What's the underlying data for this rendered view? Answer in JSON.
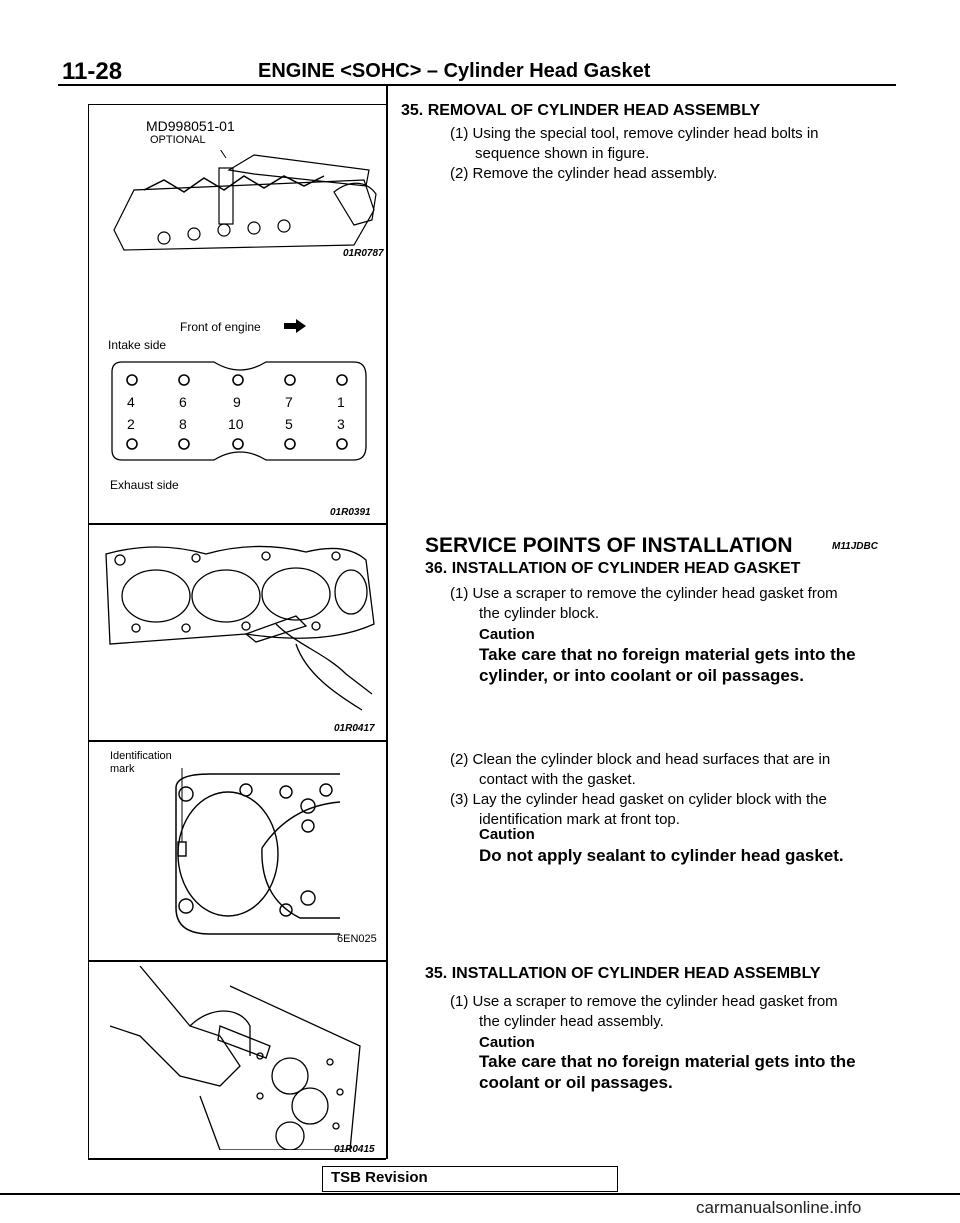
{
  "header": {
    "page_number": "11-28",
    "title": "ENGINE <SOHC> – Cylinder Head Gasket"
  },
  "figures": {
    "fig1": {
      "tool_label": "MD998051-01",
      "optional": "OPTIONAL",
      "code": "01R0787",
      "front_label": "Front of engine",
      "intake_label": "Intake side",
      "exhaust_label": "Exhaust side",
      "top_numbers": [
        "4",
        "6",
        "9",
        "7",
        "1"
      ],
      "bottom_numbers": [
        "2",
        "8",
        "10",
        "5",
        "3"
      ],
      "code2": "01R0391"
    },
    "fig2": {
      "code": "01R0417"
    },
    "fig3": {
      "ident_label": "Identification",
      "mark_label": "mark",
      "code": "6EN025"
    },
    "fig4": {
      "code": "01R0415"
    }
  },
  "removal": {
    "heading": "35. REMOVAL OF CYLINDER HEAD ASSEMBLY",
    "step1_a": "(1) Using the special tool, remove cylinder head bolts in",
    "step1_b": "sequence shown in figure.",
    "step2": "(2) Remove the cylinder head assembly."
  },
  "service": {
    "heading": "SERVICE POINTS OF INSTALLATION",
    "code": "M11JDBC",
    "sub_heading": "36. INSTALLATION OF CYLINDER HEAD GASKET",
    "step1_a": "(1) Use a scraper to remove the cylinder head gasket from",
    "step1_b": "the cylinder block.",
    "caution1_label": "Caution",
    "caution1_a": "Take care that no foreign material gets into the",
    "caution1_b": "cylinder, or into coolant or oil passages.",
    "step2_a": "(2) Clean the cylinder block and head surfaces that are in",
    "step2_b": "contact with the gasket.",
    "step3_a": "(3) Lay the cylinder head gasket on cylider block with the",
    "step3_b": "identification mark at front top.",
    "caution2_label": "Caution",
    "caution2": "Do not apply sealant to cylinder head gasket."
  },
  "installation": {
    "heading": "35. INSTALLATION OF CYLINDER HEAD ASSEMBLY",
    "step1_a": "(1) Use a scraper to remove the cylinder head gasket from",
    "step1_b": "the cylinder head assembly.",
    "caution_label": "Caution",
    "caution_a": "Take care that no foreign material gets into the",
    "caution_b": "coolant or oil passages."
  },
  "footer": {
    "tsb": "TSB Revision",
    "site": "carmanualsonline.info"
  }
}
